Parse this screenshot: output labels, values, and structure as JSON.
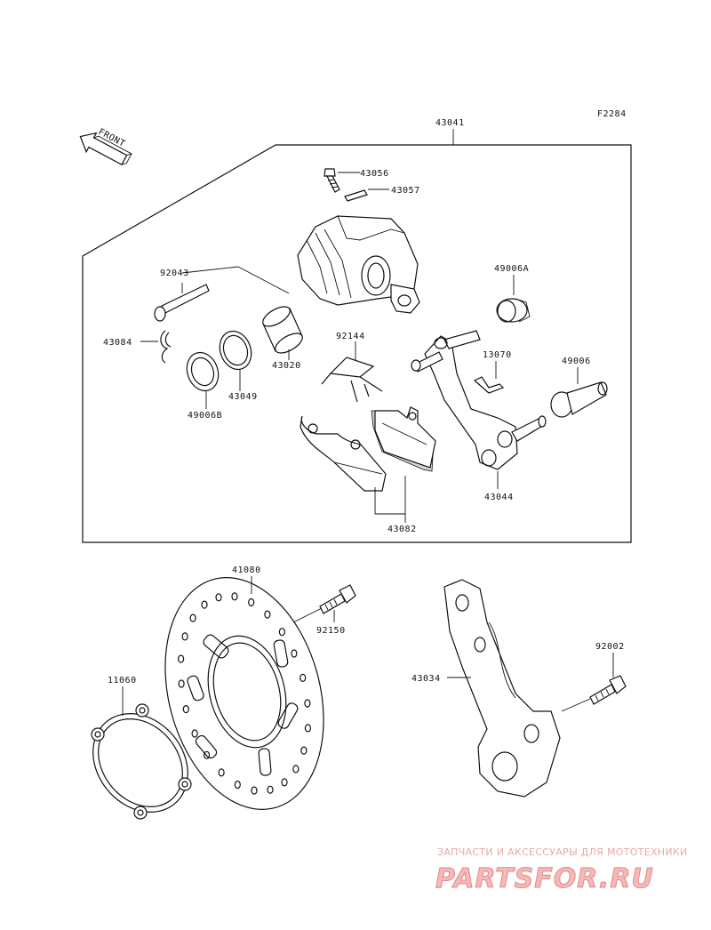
{
  "figure_code": "F2284",
  "front_label": "FRONT",
  "parts": {
    "caliper_assembly": "43041",
    "bleed_valve": "43056",
    "valve_cap": "43057",
    "pin": "92043",
    "clip": "43084",
    "piston": "43020",
    "piston_seal": "43049",
    "dust_seal": "49006B",
    "spring": "92144",
    "pad_set": "43082",
    "pad_spring": "13070",
    "boot_a": "49006A",
    "boot": "49006",
    "holder": "43044",
    "disc": "41080",
    "disc_bolt": "92150",
    "cover": "11060",
    "bracket": "43034",
    "bracket_bolt": "92002"
  },
  "watermark": {
    "tagline": "ЗАПЧАСТИ И АКСЕССУАРЫ ДЛЯ МОТОТЕХНИКИ",
    "brand": "PARTSFOR.RU"
  }
}
